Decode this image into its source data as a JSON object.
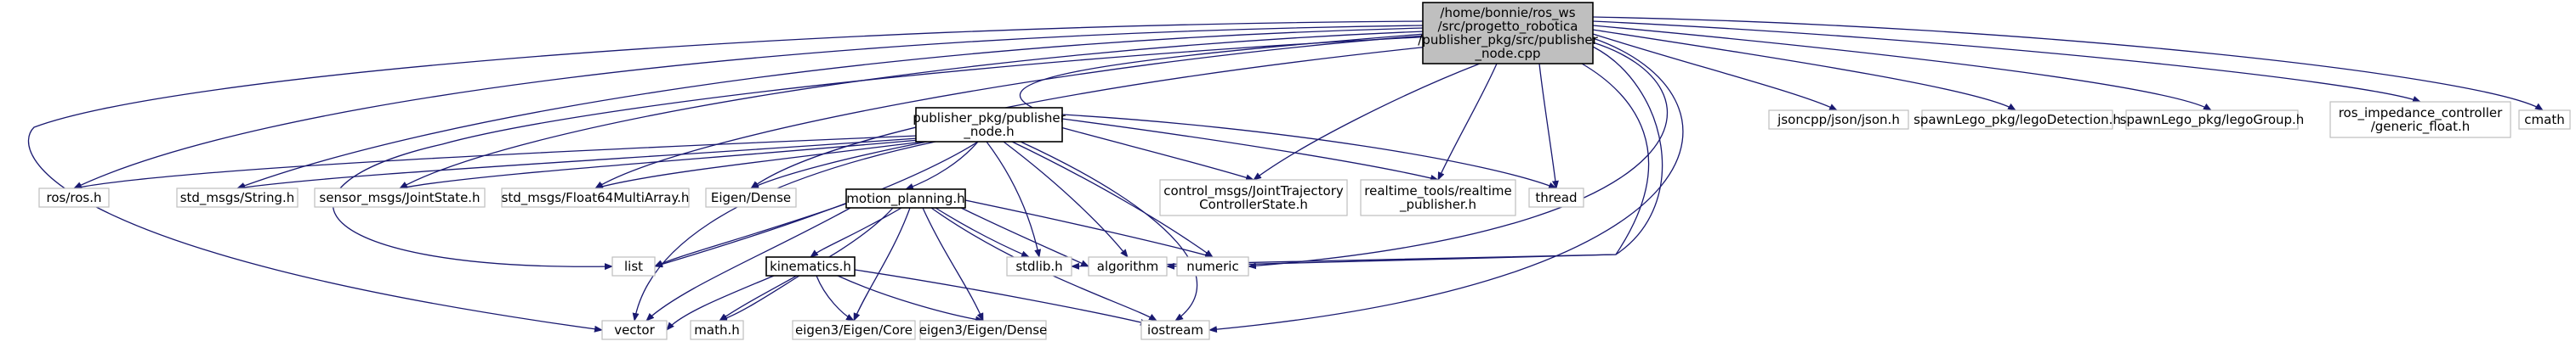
{
  "colors": {
    "edge": "#191970",
    "main_fill": "#bfbfbf",
    "box_border_light": "#bfbfbf",
    "box_border_dark": "#000000"
  },
  "nodes": {
    "main": {
      "lines": [
        "/home/bonnie/ros_ws",
        "/src/progetto_robotica",
        "/publisher_pkg/src/publisher",
        "_node.cpp"
      ]
    },
    "publisher_node_h": {
      "lines": [
        "publisher_pkg/publisher",
        "_node.h"
      ]
    },
    "motion_planning_h": {
      "lines": [
        "motion_planning.h"
      ]
    },
    "kinematics_h": {
      "lines": [
        "kinematics.h"
      ]
    },
    "ros_ros_h": {
      "lines": [
        "ros/ros.h"
      ]
    },
    "std_msgs_string_h": {
      "lines": [
        "std_msgs/String.h"
      ]
    },
    "sensor_msgs_jointstate_h": {
      "lines": [
        "sensor_msgs/JointState.h"
      ]
    },
    "std_msgs_float64multiarray_h": {
      "lines": [
        "std_msgs/Float64MultiArray.h"
      ]
    },
    "eigen_dense": {
      "lines": [
        "Eigen/Dense"
      ]
    },
    "control_msgs": {
      "lines": [
        "control_msgs/JointTrajectory",
        "ControllerState.h"
      ]
    },
    "realtime_tools": {
      "lines": [
        "realtime_tools/realtime",
        "_publisher.h"
      ]
    },
    "thread": {
      "lines": [
        "thread"
      ]
    },
    "jsoncpp": {
      "lines": [
        "jsoncpp/json/json.h"
      ]
    },
    "lego_detection": {
      "lines": [
        "spawnLego_pkg/legoDetection.h"
      ]
    },
    "lego_group": {
      "lines": [
        "spawnLego_pkg/legoGroup.h"
      ]
    },
    "ros_impedance": {
      "lines": [
        "ros_impedance_controller",
        "/generic_float.h"
      ]
    },
    "cmath": {
      "lines": [
        "cmath"
      ]
    },
    "list": {
      "lines": [
        "list"
      ]
    },
    "stdlib_h": {
      "lines": [
        "stdlib.h"
      ]
    },
    "algorithm": {
      "lines": [
        "algorithm"
      ]
    },
    "numeric": {
      "lines": [
        "numeric"
      ]
    },
    "vector": {
      "lines": [
        "vector"
      ]
    },
    "math_h": {
      "lines": [
        "math.h"
      ]
    },
    "eigen3_core": {
      "lines": [
        "eigen3/Eigen/Core"
      ]
    },
    "eigen3_dense": {
      "lines": [
        "eigen3/Eigen/Dense"
      ]
    },
    "iostream": {
      "lines": [
        "iostream"
      ]
    }
  }
}
